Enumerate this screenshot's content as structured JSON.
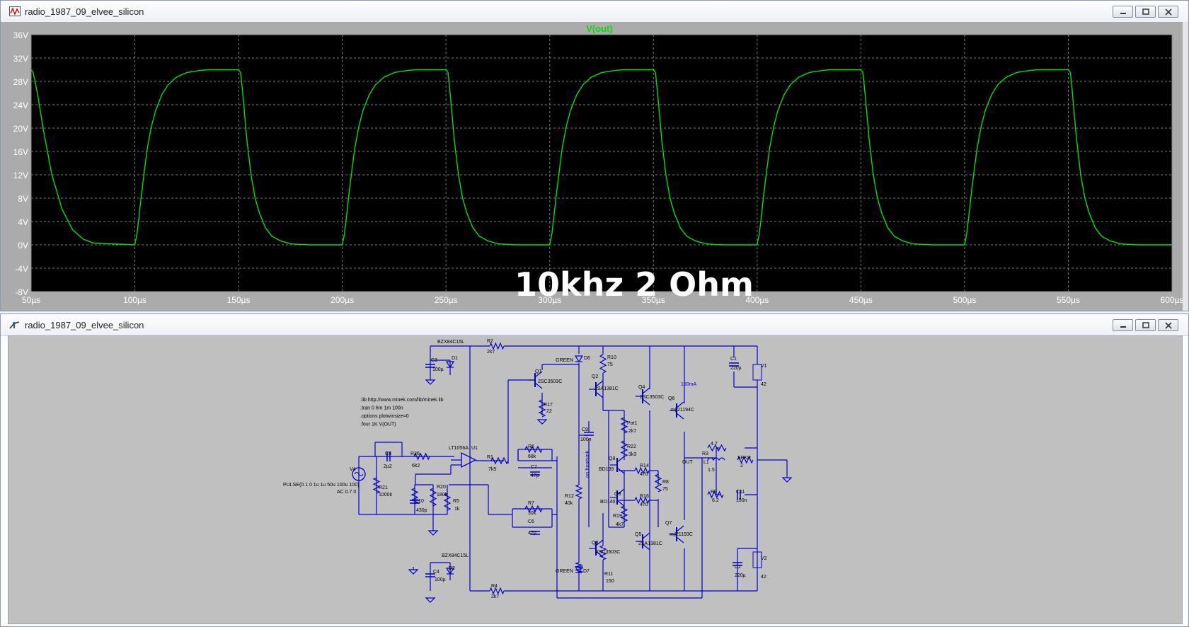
{
  "plot_window": {
    "title": "radio_1987_09_elvee_silicon",
    "trace_name": "V(out)",
    "annotation": "10khz 2 Ohm"
  },
  "schematic_window": {
    "title": "radio_1987_09_elvee_silicon"
  },
  "colors": {
    "trace": "#00e000",
    "plot_bg": "#000000",
    "wire": "#0000cc",
    "schematic_bg": "#c0c0c0"
  },
  "chart_data": {
    "type": "line",
    "title": "V(out)",
    "xlabel": "",
    "ylabel": "",
    "x_ticks": [
      "50µs",
      "100µs",
      "150µs",
      "200µs",
      "250µs",
      "300µs",
      "350µs",
      "400µs",
      "450µs",
      "500µs",
      "550µs",
      "600µs"
    ],
    "y_ticks": [
      "36V",
      "32V",
      "28V",
      "24V",
      "20V",
      "16V",
      "12V",
      "8V",
      "4V",
      "0V",
      "-4V",
      "-8V"
    ],
    "xlim": [
      50,
      600
    ],
    "ylim": [
      -8,
      36
    ],
    "x_unit": "µs",
    "y_unit": "V",
    "grid": true,
    "series": [
      {
        "name": "V(out)",
        "x": [
          50,
          51,
          53,
          56,
          60,
          65,
          70,
          75,
          80,
          100,
          101,
          102,
          103,
          104,
          106,
          108,
          110,
          113,
          116,
          120,
          125,
          130,
          135,
          150,
          151,
          152,
          153,
          154,
          156,
          158,
          160,
          163,
          166,
          170,
          175,
          180,
          185,
          200,
          201,
          202,
          203,
          204,
          206,
          208,
          210,
          213,
          216,
          220,
          225,
          230,
          235,
          250,
          251,
          252,
          253,
          254,
          256,
          258,
          260,
          263,
          266,
          270,
          275,
          280,
          285,
          300,
          301,
          302,
          303,
          304,
          306,
          308,
          310,
          313,
          316,
          320,
          325,
          330,
          335,
          350,
          351,
          352,
          353,
          354,
          356,
          358,
          360,
          363,
          366,
          370,
          375,
          380,
          385,
          400,
          401,
          402,
          403,
          404,
          406,
          408,
          410,
          413,
          416,
          420,
          425,
          430,
          435,
          450,
          451,
          452,
          453,
          454,
          456,
          458,
          460,
          463,
          466,
          470,
          475,
          480,
          485,
          500,
          501,
          502,
          503,
          504,
          506,
          508,
          510,
          513,
          516,
          520,
          525,
          530,
          535,
          550,
          551,
          552,
          553,
          554,
          556,
          558,
          560,
          563,
          566,
          570,
          575,
          580,
          585,
          600
        ],
        "values": [
          30,
          29.5,
          26,
          19.5,
          12,
          6,
          2.6,
          1,
          0.3,
          0,
          1.8,
          4.8,
          8,
          11,
          16.5,
          20.3,
          23,
          25.7,
          27.4,
          28.7,
          29.5,
          29.8,
          30,
          30,
          29.5,
          26,
          22,
          18,
          12,
          8,
          5.5,
          2.9,
          1.5,
          0.7,
          0.2,
          0.05,
          0,
          0,
          1.8,
          4.8,
          8,
          11,
          16.5,
          20.3,
          23,
          25.7,
          27.4,
          28.7,
          29.5,
          29.8,
          30,
          30,
          29.5,
          26,
          22,
          18,
          12,
          8,
          5.5,
          2.9,
          1.5,
          0.7,
          0.2,
          0.05,
          0,
          0,
          1.8,
          4.8,
          8,
          11,
          16.5,
          20.3,
          23,
          25.7,
          27.4,
          28.7,
          29.5,
          29.8,
          30,
          30,
          29.5,
          26,
          22,
          18,
          12,
          8,
          5.5,
          2.9,
          1.5,
          0.7,
          0.2,
          0.05,
          0,
          0,
          1.8,
          4.8,
          8,
          11,
          16.5,
          20.3,
          23,
          25.7,
          27.4,
          28.7,
          29.5,
          29.8,
          30,
          30,
          29.5,
          26,
          22,
          18,
          12,
          8,
          5.5,
          2.9,
          1.5,
          0.7,
          0.2,
          0.05,
          0,
          0,
          1.8,
          4.8,
          8,
          11,
          16.5,
          20.3,
          23,
          25.7,
          27.4,
          28.7,
          29.5,
          29.8,
          30,
          30,
          29.5,
          26,
          22,
          18,
          12,
          8,
          5.5,
          2.9,
          1.5,
          0.7,
          0.2,
          0.05,
          0,
          0
        ]
      }
    ]
  },
  "schematic": {
    "directives": [
      ".lib http://www.minek.com/lib/minek.lib",
      ".tran 0 6m 1m 100n",
      ".options plotwinsize=0",
      ".four 1K V(OUT)"
    ],
    "source_text": [
      "PULSE(0 1 0 1u 1u 50u 100u 100)",
      "AC 0.7 0"
    ],
    "labels": [
      {
        "t": "BZX84C15L"
      },
      {
        "t": "R2"
      },
      {
        "t": "2k7"
      },
      {
        "t": "C3"
      },
      {
        "t": "100µ"
      },
      {
        "t": "D1"
      },
      {
        "t": "GREEN"
      },
      {
        "t": "D6"
      },
      {
        "t": "R10"
      },
      {
        "t": "75"
      },
      {
        "t": "Q1"
      },
      {
        "t": "2SC3503C"
      },
      {
        "t": "Q2"
      },
      {
        "t": "2SA1381C"
      },
      {
        "t": "Q4"
      },
      {
        "t": "2SC3503C"
      },
      {
        "t": "Q6"
      },
      {
        "t": "160mA"
      },
      {
        "t": "mjl21194C"
      },
      {
        "t": "C1"
      },
      {
        "t": "220µ"
      },
      {
        "t": "V1"
      },
      {
        "t": "42"
      },
      {
        "t": "R17"
      },
      {
        "t": "22"
      },
      {
        "t": "C9"
      },
      {
        "t": "100n"
      },
      {
        "t": "Pot1"
      },
      {
        "t": "2k7"
      },
      {
        "t": "R22"
      },
      {
        "t": "3k3"
      },
      {
        "t": "Q8"
      },
      {
        "t": "BD139"
      },
      {
        "t": "on heatsink"
      },
      {
        "t": "R14"
      },
      {
        "t": "470"
      },
      {
        "t": "C8"
      },
      {
        "t": "2µ2"
      },
      {
        "t": "R36"
      },
      {
        "t": "6k2"
      },
      {
        "t": "LT1056A"
      },
      {
        "t": "U1"
      },
      {
        "t": "R1"
      },
      {
        "t": "7k5"
      },
      {
        "t": "R6"
      },
      {
        "t": "68k"
      },
      {
        "t": "C7"
      },
      {
        "t": "47p"
      },
      {
        "t": "V4"
      },
      {
        "t": "R21"
      },
      {
        "t": "1000k"
      },
      {
        "t": "R20"
      },
      {
        "t": "180k"
      },
      {
        "t": "R5"
      },
      {
        "t": "1k"
      },
      {
        "t": "C10"
      },
      {
        "t": "430p"
      },
      {
        "t": "R12"
      },
      {
        "t": "40k"
      },
      {
        "t": "Q9"
      },
      {
        "t": "BD140"
      },
      {
        "t": "R16"
      },
      {
        "t": "470"
      },
      {
        "t": "R8"
      },
      {
        "t": "75"
      },
      {
        "t": "OUT"
      },
      {
        "t": "R3"
      },
      {
        "t": "4.7"
      },
      {
        "t": "L1"
      },
      {
        "t": "1.5"
      },
      {
        "t": "SPKR"
      },
      {
        "t": "2"
      },
      {
        "t": "R9"
      },
      {
        "t": "6.2"
      },
      {
        "t": "C11"
      },
      {
        "t": "150n"
      },
      {
        "t": "R7"
      },
      {
        "t": "30k"
      },
      {
        "t": "C6"
      },
      {
        "t": "47p"
      },
      {
        "t": "R19"
      },
      {
        "t": "4k7"
      },
      {
        "t": "Q7"
      },
      {
        "t": "mjl21193C"
      },
      {
        "t": "Q5"
      },
      {
        "t": "2SA1381C"
      },
      {
        "t": "Q3"
      },
      {
        "t": "2SC3503C"
      },
      {
        "t": "BZX84C15L"
      },
      {
        "t": "C4"
      },
      {
        "t": "100µ"
      },
      {
        "t": "D2"
      },
      {
        "t": "GREEN"
      },
      {
        "t": "D7"
      },
      {
        "t": "R11"
      },
      {
        "t": "150"
      },
      {
        "t": "R4"
      },
      {
        "t": "2k7"
      },
      {
        "t": "C2"
      },
      {
        "t": "220µ"
      },
      {
        "t": "V2"
      },
      {
        "t": "42"
      }
    ]
  }
}
